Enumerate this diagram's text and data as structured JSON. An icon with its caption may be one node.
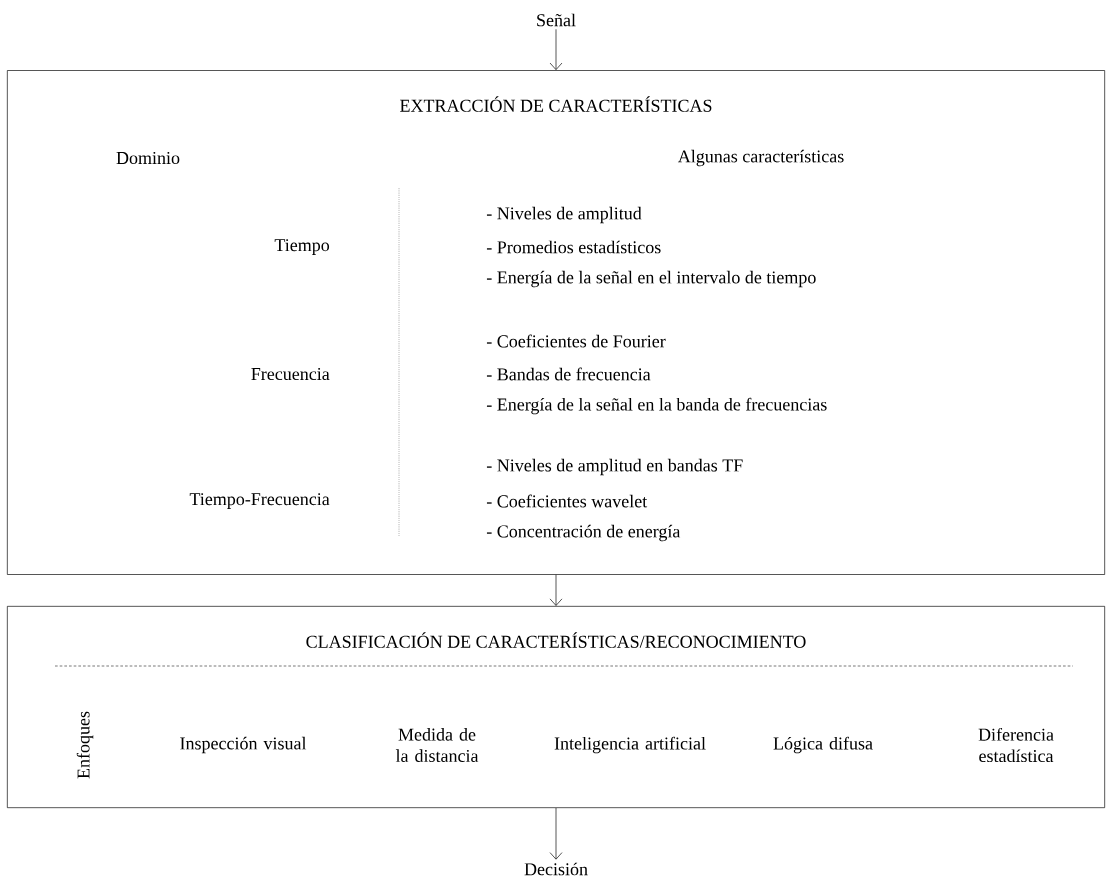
{
  "diagram": {
    "nodes": [
      {
        "text": [
          "Señal"
        ]
      },
      {
        "text": [
          "EXTRACCIÓN DE CARACTERÍSTICAS",
          "Dominio",
          "Algunas características",
          "Tiempo",
          "- Niveles de amplitud",
          "- Promedios estadísticos",
          "- Energía de la señal en el intervalo de tiempo",
          "Frecuencia",
          "- Coeficientes de Fourier",
          "- Bandas de frecuencia",
          "- Energía de la señal en la banda de frecuencias",
          "Tiempo-Frecuencia",
          "- Niveles de amplitud en bandas TF",
          "- Coeficientes wavelet",
          "- Concentración de energía"
        ]
      },
      {
        "text": [
          "CLASIFICACIÓN DE CARACTERÍSTICAS/RECONOCIMIENTO",
          "Enfoques",
          "Inspección visual",
          "Medida de la distancia",
          "Inteligencia artificial",
          "Lógica difusa",
          "Diferencia estadística"
        ]
      },
      {
        "text": [
          "Decisión"
        ]
      }
    ],
    "edges": [
      {
        "from": 0,
        "to": 1,
        "arrow": "to"
      },
      {
        "from": 1,
        "to": 2,
        "arrow": "to"
      },
      {
        "from": 2,
        "to": 3,
        "arrow": "to"
      }
    ]
  }
}
